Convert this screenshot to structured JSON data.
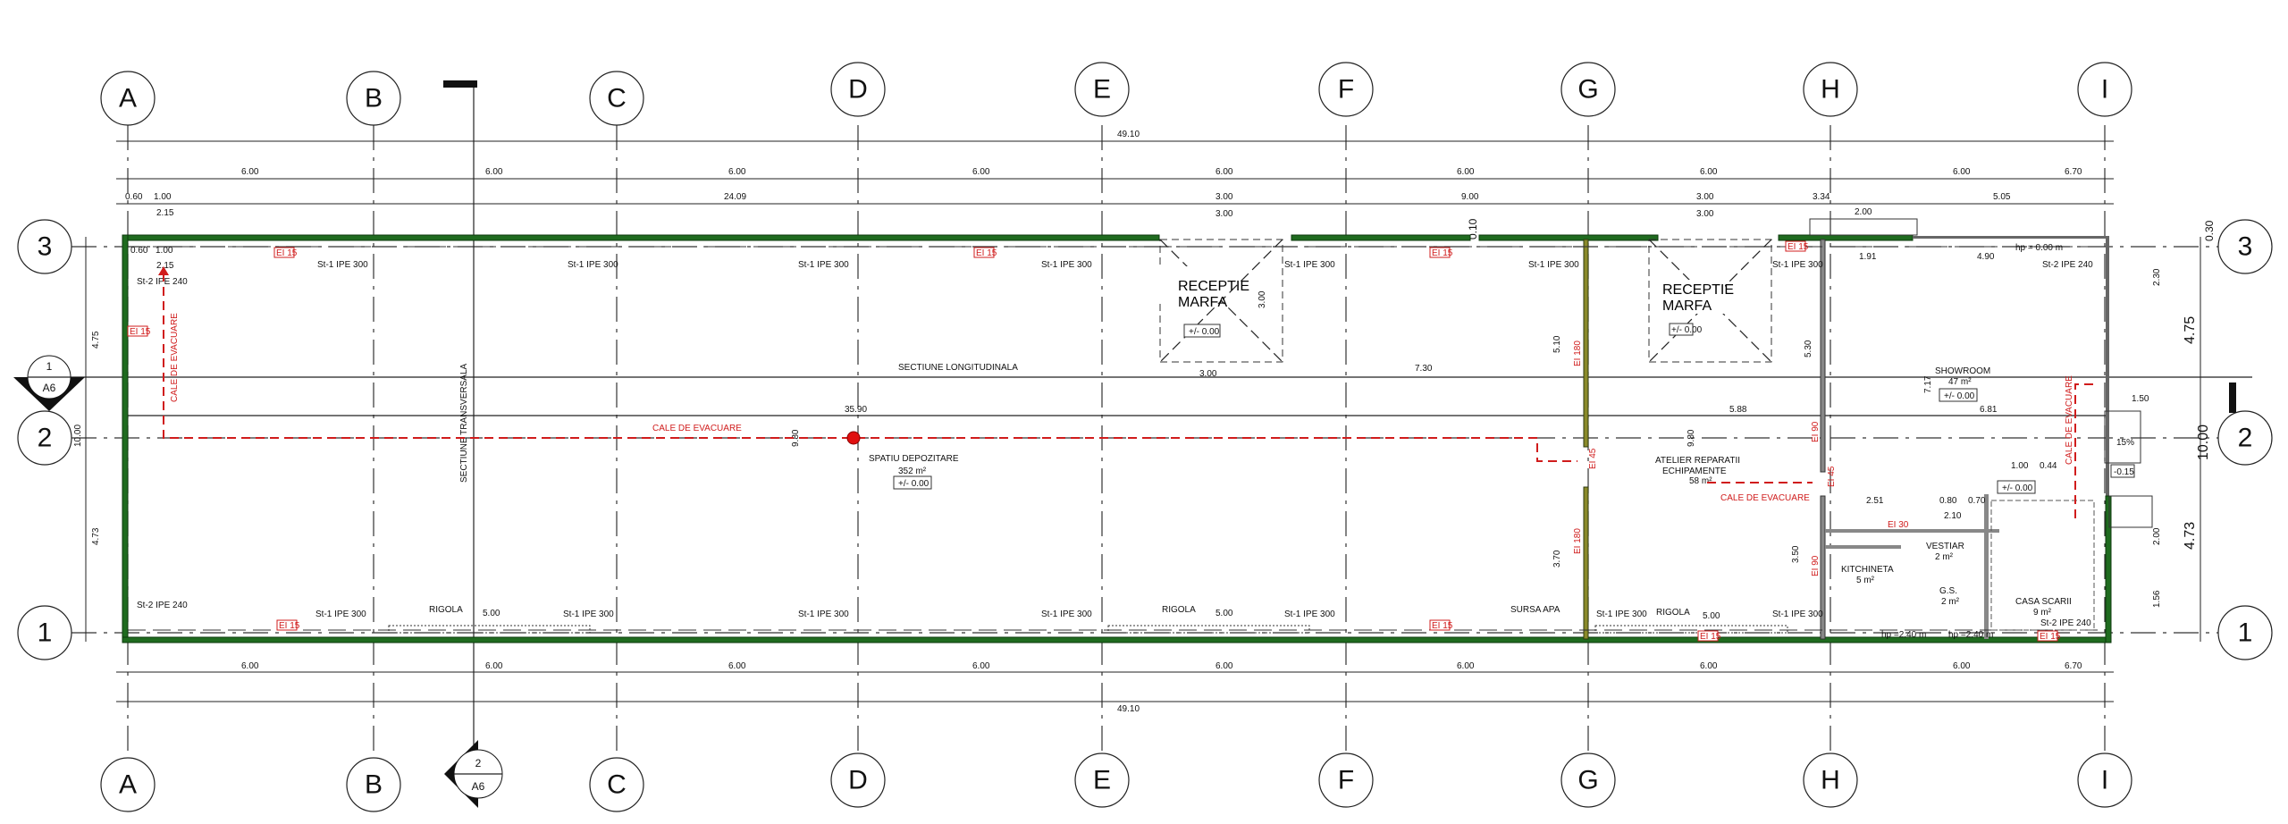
{
  "grid": {
    "columns": [
      "A",
      "B",
      "C",
      "D",
      "E",
      "F",
      "G",
      "H",
      "I"
    ],
    "rows": [
      "3",
      "2",
      "1"
    ]
  },
  "sections": {
    "s1": {
      "num": "1",
      "sheet": "A6"
    },
    "s2": {
      "num": "2",
      "sheet": "A6"
    },
    "longitudinal": "SECTIUNE LONGITUDINALA",
    "transversal": "SECTIUNE TRANSVERSALA"
  },
  "dims_top": {
    "total": "49.10",
    "bays": [
      "6.00",
      "6.00",
      "6.00",
      "6.00",
      "6.00",
      "6.00",
      "6.00",
      "6.00",
      "6.70"
    ],
    "row2": [
      "0.60",
      "1.00",
      "24.09",
      "3.00",
      "9.00",
      "3.00",
      "3.34",
      "5.05"
    ],
    "row3": [
      "2.15",
      "3.00",
      "3.00",
      "2.00"
    ],
    "wall_gap": "0.10",
    "right_030": "0.30"
  },
  "dims_bottom": {
    "total": "49.10",
    "bays": [
      "6.00",
      "6.00",
      "6.00",
      "6.00",
      "6.00",
      "6.00",
      "6.00",
      "6.00",
      "6.70"
    ]
  },
  "dims_side": {
    "left": [
      "4.75",
      "10.00",
      "4.73"
    ],
    "right": [
      "4.75",
      "10.00",
      "4.73"
    ],
    "right_inner": [
      "2.30",
      "1.50",
      "2.00",
      "1.56"
    ]
  },
  "dims_inner": {
    "d3590": "35.90",
    "d980": "9.80",
    "d588": "5.88",
    "d681": "6.81",
    "d730": "7.30",
    "d300b": "3.00",
    "d510": "5.10",
    "d370": "3.70",
    "d530": "5.30",
    "d350": "3.50",
    "d717": "7.17",
    "d191": "1.91",
    "d490": "4.90",
    "d251": "2.51",
    "d080": "0.80",
    "d070": "0.70",
    "d210": "2.10",
    "d100": "1.00",
    "d044": "0.44",
    "d500a": "5.00",
    "d500b": "5.00",
    "d500c": "5.00",
    "d060": "0.60",
    "d100b": "1.00",
    "d215": "2.15"
  },
  "beams": {
    "st1": "St-1 IPE 300",
    "st2": "St-2 IPE 240"
  },
  "labels": {
    "rigola": "RIGOLA",
    "sursa_apa": "SURSA APA",
    "evac": "CALE DE EVACUARE",
    "hp_top": "hp = 0.00 m",
    "hp_bath": "hp =2.40 m",
    "ei15": "EI 15",
    "ei180": "EI 180",
    "ei45": "EI 45",
    "ei90": "EI 90",
    "ei30": "EI 30"
  },
  "rooms": [
    {
      "name": "SPATIU DEPOZITARE",
      "area": "352 m²",
      "level": "+/- 0.00"
    },
    {
      "name": "RECEPTIE",
      "name2": "MARFA",
      "level": "+/- 0.00"
    },
    {
      "name": "RECEPTIE",
      "name2": "MARFA",
      "level": "+/- 0.00"
    },
    {
      "name": "ATELIER REPARATII",
      "name2": "ECHIPAMENTE",
      "area": "58 m²"
    },
    {
      "name": "SHOWROOM",
      "area": "47 m²",
      "level": "+/- 0.00"
    },
    {
      "name": "KITCHINETA",
      "area": "5 m²"
    },
    {
      "name": "VESTIAR",
      "area": "2 m²"
    },
    {
      "name": "G.S.",
      "area": "2 m²"
    },
    {
      "name": "CASA SCARII",
      "area": "9 m²",
      "level": "+/- 0.00"
    }
  ],
  "ramp": {
    "slope": "15%",
    "level": "-0.15"
  },
  "colors": {
    "wall": "#1f6b1f",
    "evac": "#d01c1c"
  }
}
